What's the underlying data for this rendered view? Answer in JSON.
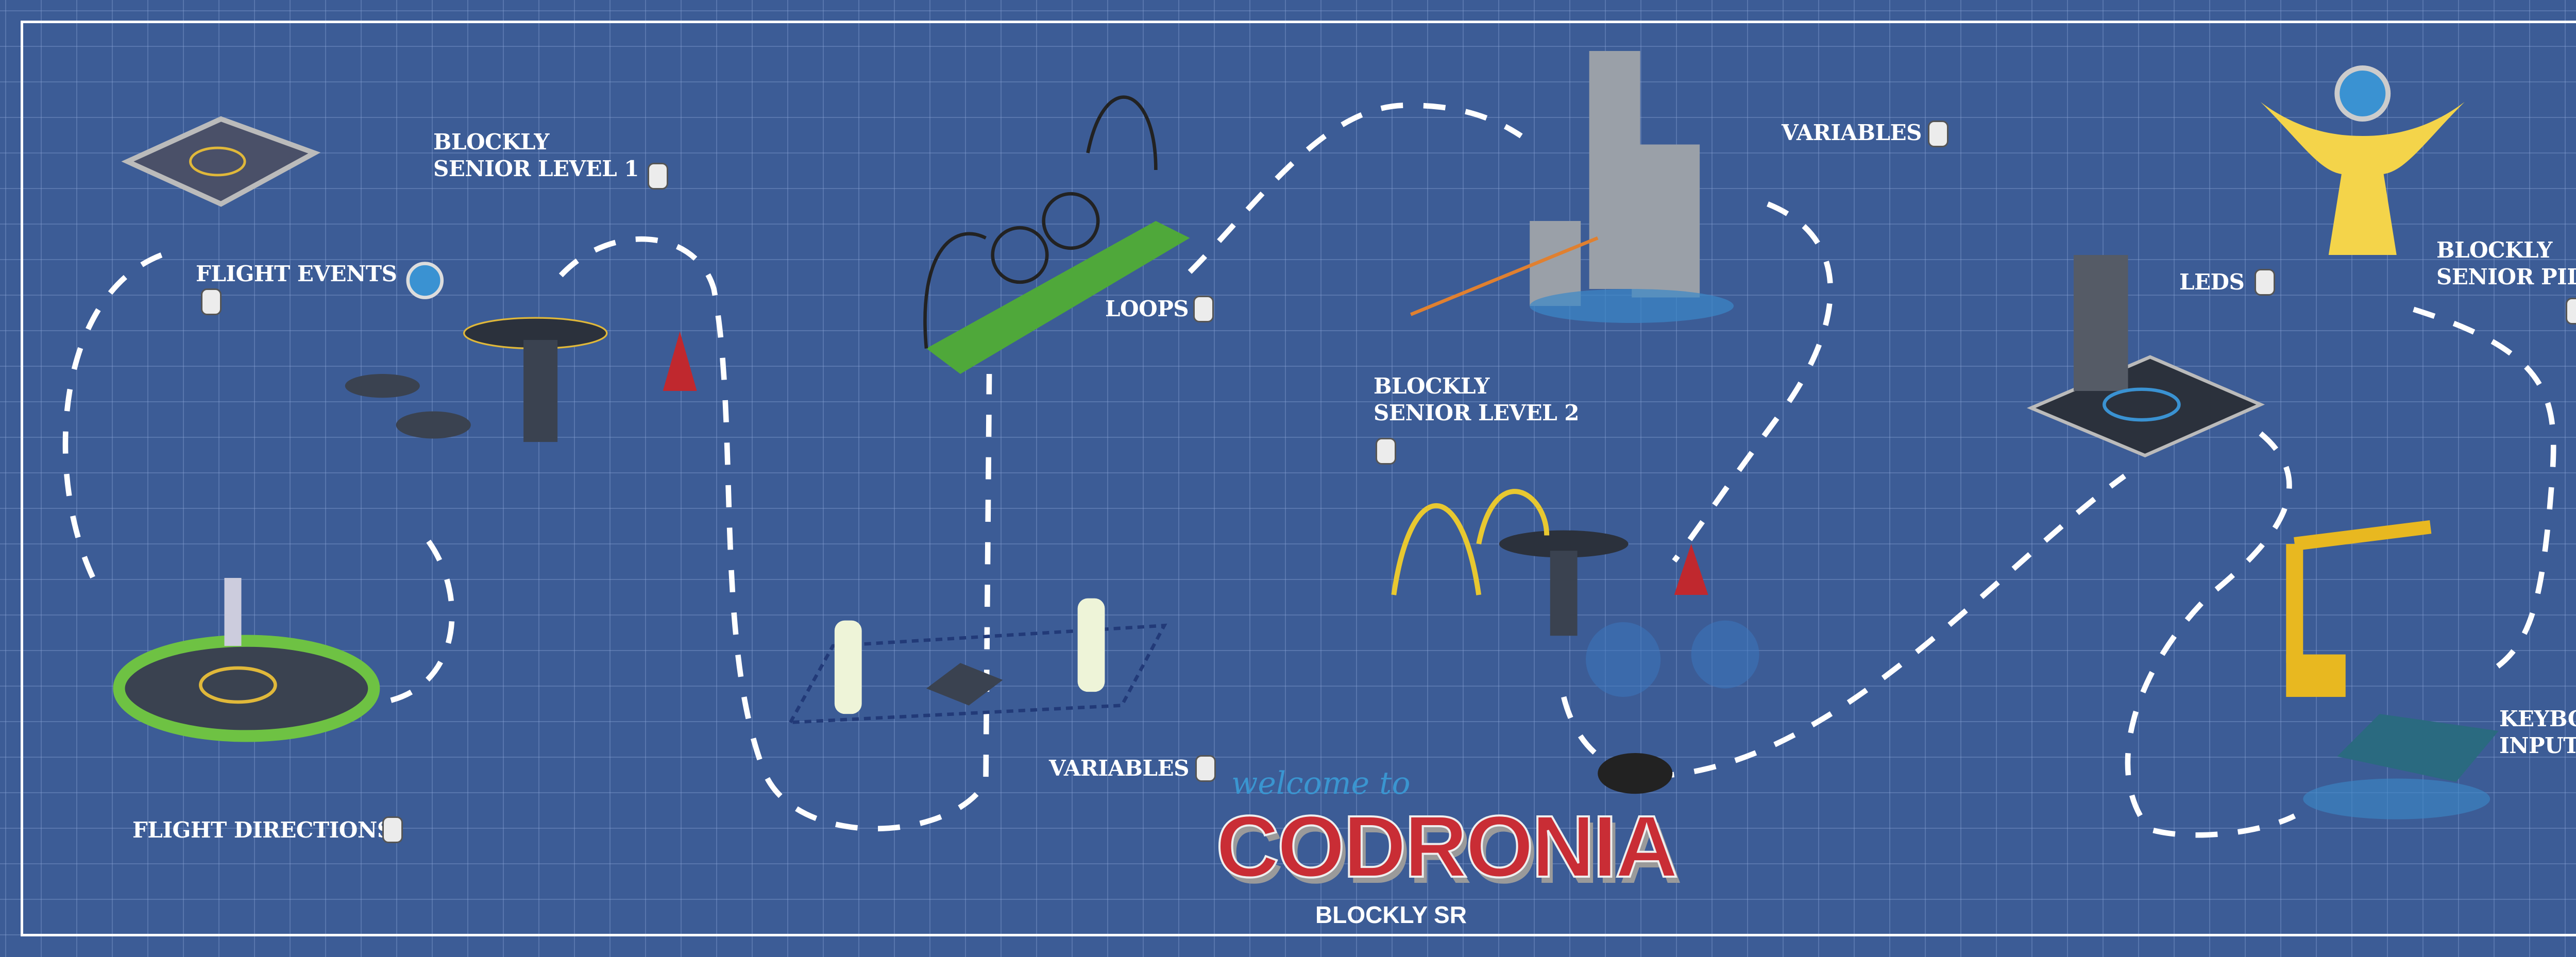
{
  "levels": [
    {
      "id": "senior-level-1",
      "label": "BLOCKLY\nSENIOR LEVEL 1"
    },
    {
      "id": "flight-events",
      "label": "FLIGHT EVENTS"
    },
    {
      "id": "flight-directions",
      "label": "FLIGHT DIRECTIONS"
    },
    {
      "id": "variables-1",
      "label": "VARIABLES"
    },
    {
      "id": "loops",
      "label": "LOOPS"
    },
    {
      "id": "senior-level-2",
      "label": "BLOCKLY\nSENIOR LEVEL 2"
    },
    {
      "id": "variables-2",
      "label": "VARIABLES"
    },
    {
      "id": "leds",
      "label": "LEDS"
    },
    {
      "id": "senior-pilot",
      "label": "BLOCKLY\nSENIOR PILOT"
    },
    {
      "id": "keyboard-input",
      "label": "KEYBOARD\nINPUT"
    }
  ],
  "logo": {
    "welcome": "welcome to",
    "name": "CODRONIA",
    "subtitle": "BLOCKLY SR"
  },
  "colors": {
    "background": "#3c5c96",
    "path": "#ffffff",
    "brand": "#c92d35",
    "checkbox": "#ececec"
  }
}
